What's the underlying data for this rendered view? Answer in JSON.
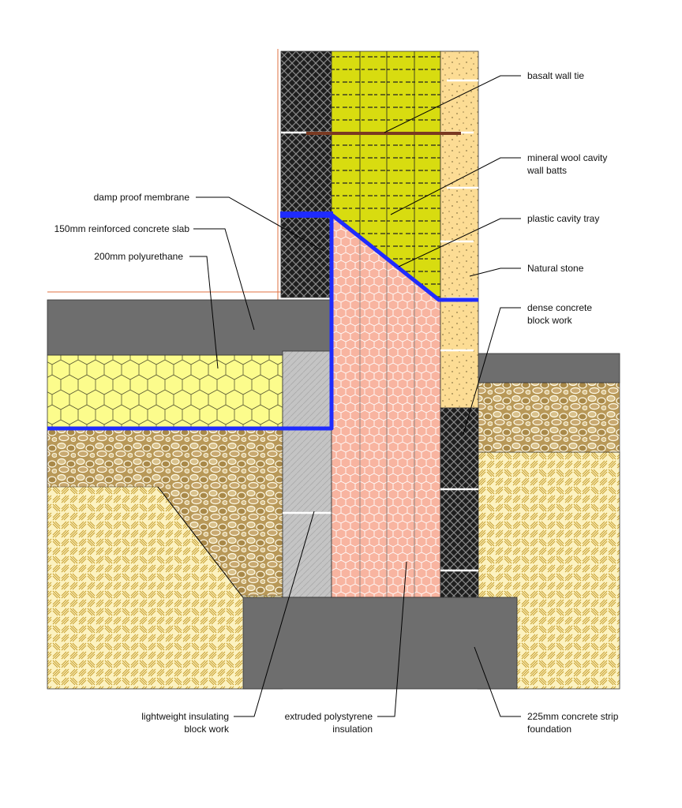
{
  "labels": {
    "basalt_tie": "basalt wall tie",
    "mineral_wool": [
      "mineral wool cavity",
      "wall batts"
    ],
    "cavity_tray": "plastic cavity tray",
    "natural_stone": "Natural stone",
    "dense_block": [
      "dense concrete",
      "block work"
    ],
    "damp_proof": "damp proof membrane",
    "slab": "150mm reinforced concrete slab",
    "polyurethane": "200mm polyurethane",
    "lightweight_block": [
      "lightweight insulating",
      "block work"
    ],
    "xps": [
      "extruded polystyrene",
      "insulation"
    ],
    "foundation": [
      "225mm concrete strip",
      "foundation"
    ]
  },
  "colors": {
    "membrane": "#1f2bff",
    "concrete": "#6e6e6e",
    "pur": "#fcfc8c",
    "wool": "#d8dc10",
    "xps": "#f8b4a0",
    "stone": "#fcdc94",
    "hardcore": "#b89858",
    "soil": "#fcf2c0",
    "soil_stroke": "#c8a030",
    "dense_block": "#202020",
    "light_block": "#c4c4c4",
    "tie": "#7a3a22"
  }
}
